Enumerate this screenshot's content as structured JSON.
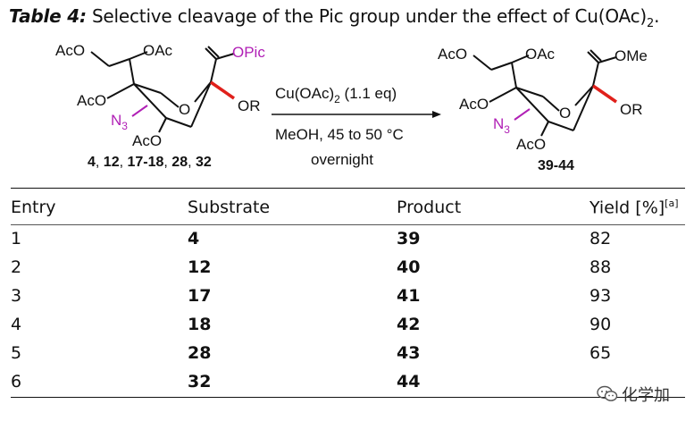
{
  "caption": {
    "label": "Table 4:",
    "text_before": " Selective cleavage of the Pic group under the effect of Cu(OAc)",
    "subscript": "2",
    "text_after": "."
  },
  "scheme": {
    "substrate": {
      "aco_top": "AcO",
      "oac_top": "OAc",
      "opic": "OPic",
      "aco_left": "AcO",
      "ring_o": "O",
      "or": "OR",
      "n3_main": "N",
      "n3_sub": "3",
      "aco_bottom": "AcO",
      "compound_numbers": [
        "4",
        "12",
        "17-18",
        "28",
        "32"
      ],
      "separator": ", "
    },
    "conditions": {
      "reagent_main": "Cu(OAc)",
      "reagent_sub": "2",
      "reagent_eq": " (1.1 eq)",
      "solvent": "MeOH, 45 to 50 °C",
      "time": "overnight"
    },
    "product": {
      "aco_top": "AcO",
      "oac_top": "OAc",
      "ome": "OMe",
      "aco_left": "AcO",
      "ring_o": "O",
      "or": "OR",
      "n3_main": "N",
      "n3_sub": "3",
      "aco_bottom": "AcO",
      "compound_numbers": "39-44"
    },
    "colors": {
      "azide": "#b01fb5",
      "bond_highlight": "#e0201b",
      "opic": "#b01fb5"
    }
  },
  "table": {
    "headers": [
      "Entry",
      "Substrate",
      "Product",
      "Yield [%]"
    ],
    "header_footnote": "[a]",
    "rows": [
      {
        "entry": "1",
        "substrate": "4",
        "product": "39",
        "yield": "82"
      },
      {
        "entry": "2",
        "substrate": "12",
        "product": "40",
        "yield": "88"
      },
      {
        "entry": "3",
        "substrate": "17",
        "product": "41",
        "yield": "93"
      },
      {
        "entry": "4",
        "substrate": "18",
        "product": "42",
        "yield": "90"
      },
      {
        "entry": "5",
        "substrate": "28",
        "product": "43",
        "yield": "65"
      },
      {
        "entry": "6",
        "substrate": "32",
        "product": "44",
        "yield": ""
      }
    ]
  },
  "watermark": {
    "icon": "wechat-icon",
    "text": "化学加"
  }
}
